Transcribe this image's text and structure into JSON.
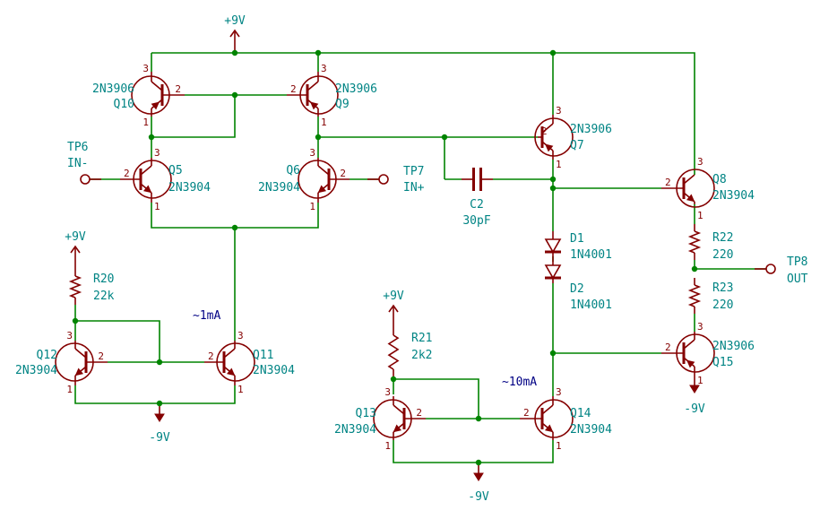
{
  "supplies": {
    "pos": "+9V",
    "neg": "-9V"
  },
  "transistors": {
    "Q10": {
      "ref": "Q10",
      "value": "2N3906"
    },
    "Q9": {
      "ref": "Q9",
      "value": "2N3906"
    },
    "Q5": {
      "ref": "Q5",
      "value": "2N3904"
    },
    "Q6": {
      "ref": "Q6",
      "value": "2N3904"
    },
    "Q7": {
      "ref": "Q7",
      "value": "2N3906"
    },
    "Q8": {
      "ref": "Q8",
      "value": "2N3904"
    },
    "Q12": {
      "ref": "Q12",
      "value": "2N3904"
    },
    "Q11": {
      "ref": "Q11",
      "value": "2N3904"
    },
    "Q13": {
      "ref": "Q13",
      "value": "2N3904"
    },
    "Q14": {
      "ref": "Q14",
      "value": "2N3904"
    },
    "Q15": {
      "ref": "Q15",
      "value": "2N3906"
    }
  },
  "resistors": {
    "R20": {
      "ref": "R20",
      "value": "22k"
    },
    "R21": {
      "ref": "R21",
      "value": "2k2"
    },
    "R22": {
      "ref": "R22",
      "value": "220"
    },
    "R23": {
      "ref": "R23",
      "value": "220"
    }
  },
  "capacitors": {
    "C2": {
      "ref": "C2",
      "value": "30pF"
    }
  },
  "diodes": {
    "D1": {
      "ref": "D1",
      "value": "1N4001"
    },
    "D2": {
      "ref": "D2",
      "value": "1N4001"
    }
  },
  "testpoints": {
    "TP6": {
      "ref": "TP6",
      "label": "IN-"
    },
    "TP7": {
      "ref": "TP7",
      "label": "IN+"
    },
    "TP8": {
      "ref": "TP8",
      "label": "OUT"
    }
  },
  "annotations": {
    "i1": "~1mA",
    "i2": "~10mA"
  },
  "pins": {
    "b": "2",
    "c": "3",
    "e": "1"
  }
}
